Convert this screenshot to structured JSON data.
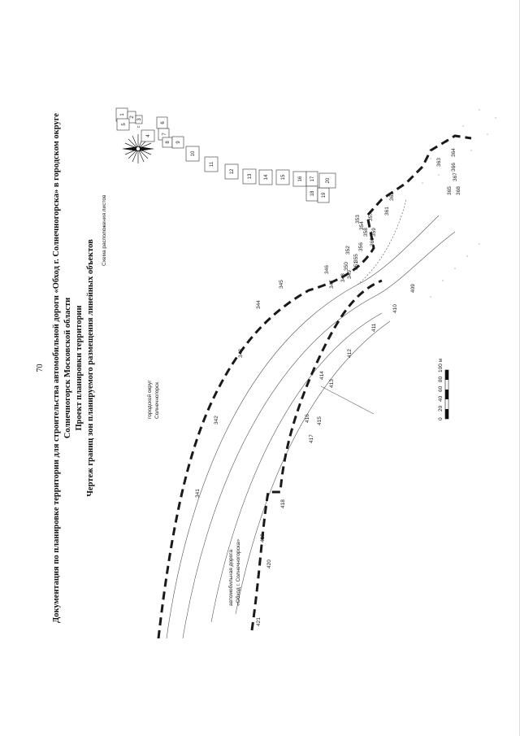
{
  "page_number": "70",
  "title_lines": [
    "Документация по планировке территории для строительства автомобильной дороги «Обход г. Солнечногорска» в городском округе",
    "Солнечногорск Московской области",
    "Проект планировки территории",
    "Чертеж границ зон планируемого размещения линейных объектов"
  ],
  "inset": {
    "title": "Схема расположения листов",
    "sheets": [
      "1",
      "2",
      "3",
      "4",
      "5",
      "6",
      "7",
      "8",
      "9",
      "10",
      "11",
      "12",
      "13",
      "14",
      "15",
      "16",
      "17",
      "18",
      "19",
      "20"
    ]
  },
  "district_label_lines": [
    "городской округ",
    "Солнечногорск"
  ],
  "road_label_lines": [
    "автомобильная дорога",
    "«Обход г. Солнечногорска»"
  ],
  "scale_bar": {
    "ticks": [
      "0",
      "20",
      "40",
      "60",
      "80",
      "100 м"
    ]
  },
  "north_arrow_icon": "compass-rose-icon",
  "upper_boundary_points": [
    "341",
    "342",
    "343",
    "344",
    "345",
    "346",
    "347",
    "348",
    "349",
    "350",
    "351",
    "352",
    "353",
    "354",
    "355",
    "356",
    "357",
    "358",
    "359",
    "360",
    "361",
    "362",
    "363",
    "364",
    "365",
    "366",
    "367",
    "368"
  ],
  "lower_boundary_points": [
    "409",
    "410",
    "411",
    "412",
    "413",
    "414",
    "415",
    "416",
    "417",
    "418",
    "419",
    "420",
    "421"
  ],
  "colors": {
    "boundary": "#1a1a1a",
    "road": "#555555",
    "ink": "#111111"
  }
}
